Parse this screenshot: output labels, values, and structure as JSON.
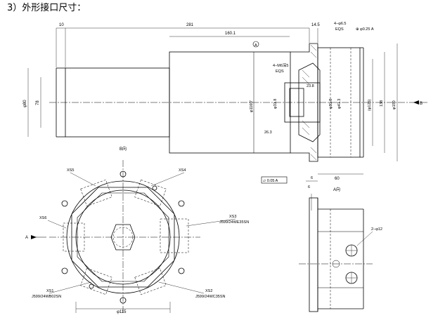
{
  "heading": "3）外形接口尺寸：",
  "dims": {
    "d10": "10",
    "d281": "281",
    "d160": "160.1",
    "d14_5": "14.5",
    "hole_spec": "4−φ6.5",
    "eqs1": "EQS",
    "pos_tol": "⊕ φ0.25 A",
    "thread": "4−M6深5",
    "eqs2": "EQS",
    "d23_8": "23.8",
    "d31_8a": "φ31.8",
    "d31_8b": "φ31.8",
    "d41_3": "φ41.3",
    "d26_3": "26.3",
    "d80": "φ80",
    "d78": "78",
    "d116": "φ116f7",
    "d125": "(φ125)",
    "d138": "138",
    "d150": "φ150",
    "datum_a": "A",
    "flat_tol": "⏥ 0.05 A",
    "d60": "60",
    "d6a": "6",
    "d6b": "6",
    "d115": "φ115",
    "hole2": "2−φ12",
    "arrow_b": "B"
  },
  "views": {
    "b_view": "B向",
    "a_view": "A向",
    "a_arrow": "A"
  },
  "connectors": {
    "xs5": "XS5",
    "xs4": "XS4",
    "xs6": "XS6",
    "xs3": "XS3",
    "xs3_spec": "J599/24WE35SN",
    "xs1": "XS1",
    "xs1_spec": "J599/24WB02SN",
    "xs2": "XS2",
    "xs2_spec": "J599/24WC35SN"
  }
}
